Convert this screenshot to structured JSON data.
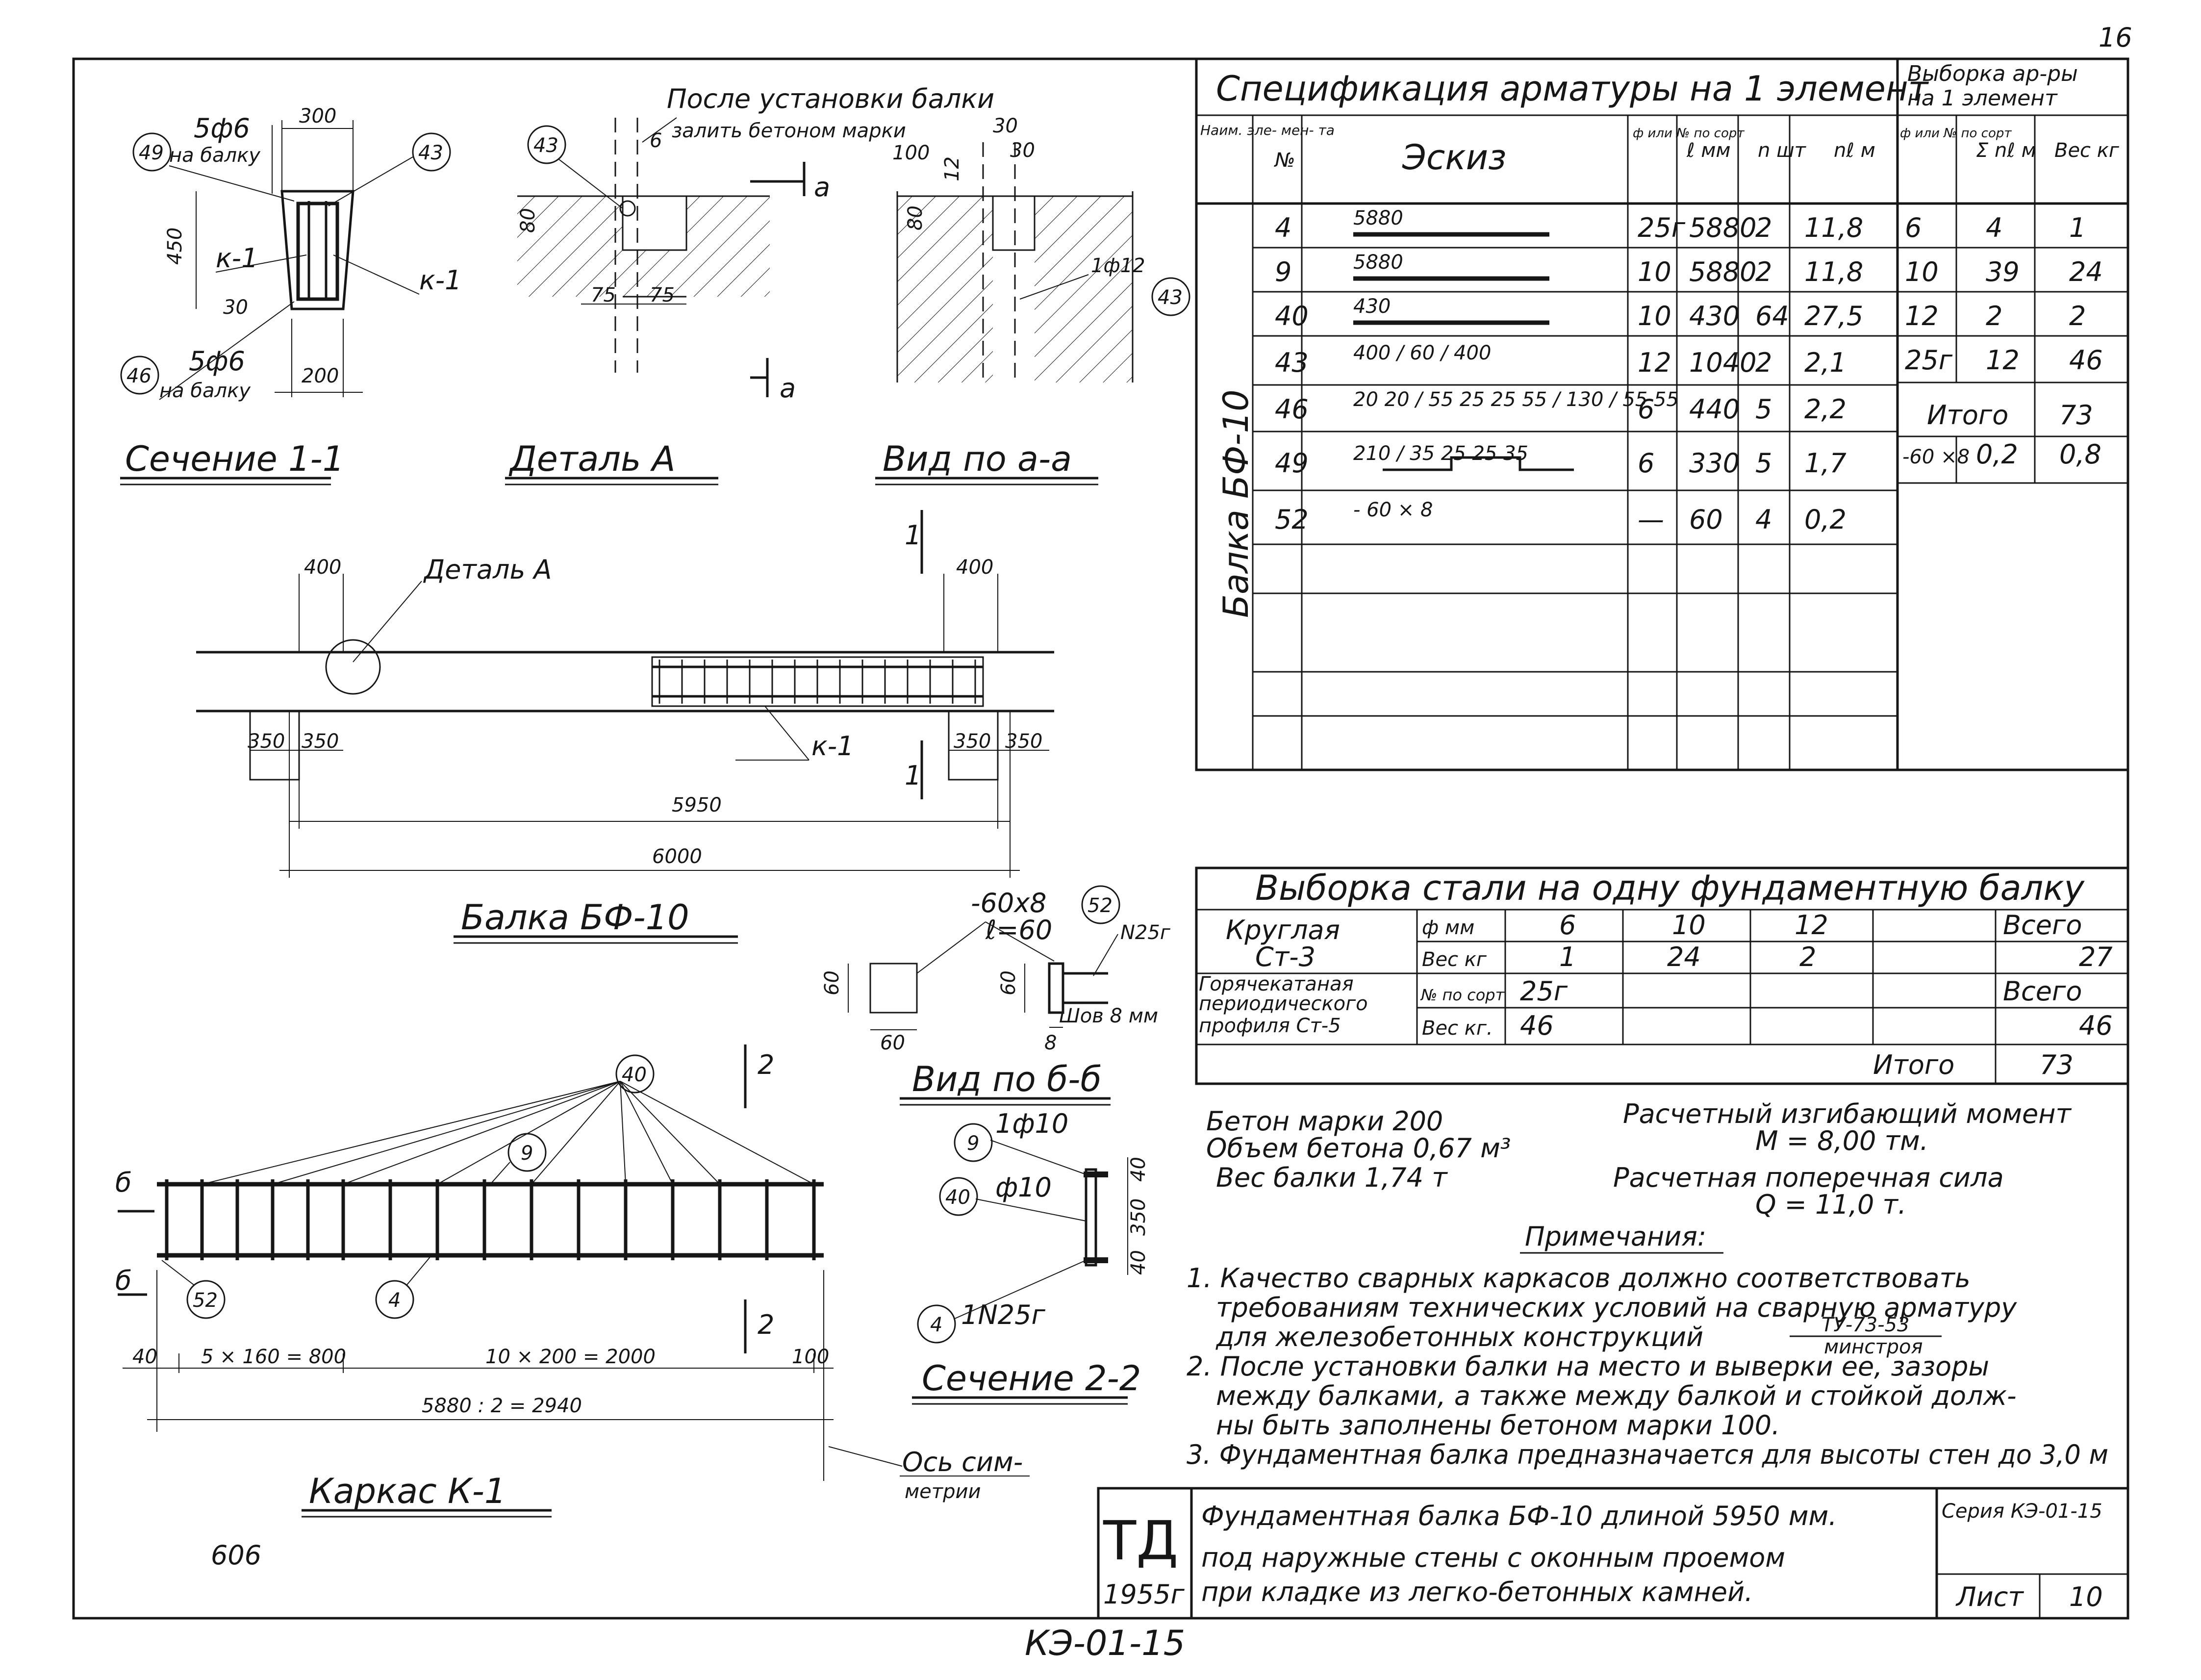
{
  "sheet_number_corner": "16",
  "bottom_code": "КЭ-01-15",
  "page_code": "606",
  "section11": {
    "title": "Сечение 1-1",
    "label_top": "5ф6",
    "label_top2": "на балку",
    "label_bot": "5ф6",
    "label_bot2": "на балку",
    "dim_top": "300",
    "dim_bottom": "200",
    "dim_height": "450",
    "dim_30": "30",
    "k1_left": "к-1",
    "k1_right": "к-1",
    "c49": "49",
    "c43": "43",
    "c46": "46"
  },
  "detailA": {
    "title": "Деталь А",
    "note1": "После установки балки",
    "note2": "залить бетоном марки",
    "note3": "100",
    "c43": "43",
    "d6": "6",
    "d80": "80",
    "d75a": "75",
    "d75b": "75"
  },
  "viewAA": {
    "title": "Вид по а-а",
    "a_top": "а",
    "a_bot": "а",
    "d12": "12",
    "d30a": "30",
    "d30b": "30",
    "d80": "80",
    "bar": "1ф12",
    "c43": "43"
  },
  "beam": {
    "title": "Балка БФ-10",
    "detail_label": "Деталь А",
    "d400a": "400",
    "d400b": "400",
    "d350a": "350",
    "d350b": "350",
    "d350c": "350",
    "d350d": "350",
    "d5950": "5950",
    "d6000": "6000",
    "k1": "к-1",
    "sec1a": "1",
    "sec1b": "1"
  },
  "viewBB": {
    "title": "Вид по б-б",
    "plate": "-60х8",
    "l60": "ℓ=60",
    "c52": "52",
    "n25": "N25г",
    "weld": "Шов 8 мм",
    "d60a": "60",
    "d60b": "60",
    "d60c": "60",
    "d8": "8"
  },
  "section22": {
    "title": "Сечение 2-2",
    "c9": "9",
    "b9": "1ф10",
    "c40": "40",
    "b40": "ф10",
    "c4": "4",
    "b4": "1N25г",
    "d40a": "40",
    "d350": "350",
    "d40b": "40"
  },
  "cage": {
    "title": "Каркас К-1",
    "c40": "40",
    "c9": "9",
    "c4": "4",
    "c52": "52",
    "sec2a": "2",
    "sec2b": "2",
    "b1": "б",
    "b2": "б",
    "d40": "40",
    "d800": "5 × 160 = 800",
    "d2000": "10 × 200 = 2000",
    "d100": "100",
    "d2940": "5880 : 2 = 2940",
    "axis1": "Ось сим-",
    "axis2": "метрии"
  },
  "spec": {
    "title": "Спецификация арматуры на 1 элемент",
    "headers": [
      "Наим. эле- мен- та",
      "№",
      "Эскиз",
      "ф или № по сорт",
      "ℓ мм",
      "n шт",
      "nℓ м"
    ],
    "element": "Балка БФ-10",
    "rows": [
      {
        "no": "4",
        "sketch": "5880",
        "dia": "25г",
        "len": "5880",
        "n": "2",
        "nl": "11,8"
      },
      {
        "no": "9",
        "sketch": "5880",
        "dia": "10",
        "len": "5880",
        "n": "2",
        "nl": "11,8"
      },
      {
        "no": "40",
        "sketch": "430",
        "dia": "10",
        "len": "430",
        "n": "64",
        "nl": "27,5"
      },
      {
        "no": "43",
        "sketch": "400 / 60 / 400",
        "dia": "12",
        "len": "1040",
        "n": "2",
        "nl": "2,1"
      },
      {
        "no": "46",
        "sketch": "20 20 / 55 25 25 55 / 130 / 55 55",
        "dia": "6",
        "len": "440",
        "n": "5",
        "nl": "2,2"
      },
      {
        "no": "49",
        "sketch": "210 / 35 25 25 35",
        "dia": "6",
        "len": "330",
        "n": "5",
        "nl": "1,7"
      },
      {
        "no": "52",
        "sketch": "- 60 × 8",
        "dia": "—",
        "len": "60",
        "n": "4",
        "nl": "0,2"
      }
    ]
  },
  "sel": {
    "title": "Выборка ар-ры на 1 элемент",
    "headers": [
      "ф или № по сорт",
      "Σ nℓ м",
      "Вес кг"
    ],
    "rows": [
      {
        "d": "6",
        "l": "4",
        "w": "1"
      },
      {
        "d": "10",
        "l": "39",
        "w": "24"
      },
      {
        "d": "12",
        "l": "2",
        "w": "2"
      },
      {
        "d": "25г",
        "l": "12",
        "w": "46"
      }
    ],
    "total_label": "Итого",
    "total": "73",
    "plate_d": "-60 ×8",
    "plate_l": "0,2",
    "plate_w": "0,8"
  },
  "steel": {
    "title": "Выборка стали на одну фундаментную балку",
    "round1": "Круглая",
    "round2": "Ст-3",
    "h_dia": "ф мм",
    "h_w": "Вес кг",
    "d6": "6",
    "d10": "10",
    "d12": "12",
    "w6": "1",
    "w10": "24",
    "w12": "2",
    "all1": "Всего",
    "allw1": "27",
    "hot1": "Горячекатаная",
    "hot2": "периодического",
    "hot3": "профиля Ст-5",
    "h_sort": "№ по сорт",
    "h_w2": "Вес кг.",
    "s25": "25г",
    "w25": "46",
    "all2": "Всего",
    "allw2": "46",
    "itogo": "Итого",
    "total": "73"
  },
  "props": {
    "conc1": "Бетон марки 200",
    "conc2": "Объем бетона 0,67 м³",
    "conc3": "Вес балки 1,74 т",
    "mom1": "Расчетный изгибающий момент",
    "mom2": "М = 8,00 тм.",
    "shr1": "Расчетная поперечная сила",
    "shr2": "Q = 11,0 т."
  },
  "notes": {
    "title": "Примечания:",
    "l1": "1. Качество сварных каркасов должно соответствовать",
    "l2": "требованиям технических условий на сварную арматуру",
    "l3": "для железобетонных конструкций",
    "l3a": "ТУ-73-53",
    "l3b": "минстроя",
    "l4": "2. После установки балки на место и выверки ее, зазоры",
    "l5": "между балками, а также между балкой и стойкой долж-",
    "l6": "ны быть заполнены бетоном марки 100.",
    "l7": "3. Фундаментная балка предназначается для высоты стен до 3,0 м"
  },
  "stamp": {
    "logo": "ТД",
    "year": "1955г",
    "t1": "Фундаментная балка БФ-10 длиной 5950 мм.",
    "t2": "под наружные стены с оконным проемом",
    "t3": "при кладке из легко-бетонных камней.",
    "series": "Серия КЭ-01-15",
    "sheet_label": "Лист",
    "sheet_no": "10"
  }
}
